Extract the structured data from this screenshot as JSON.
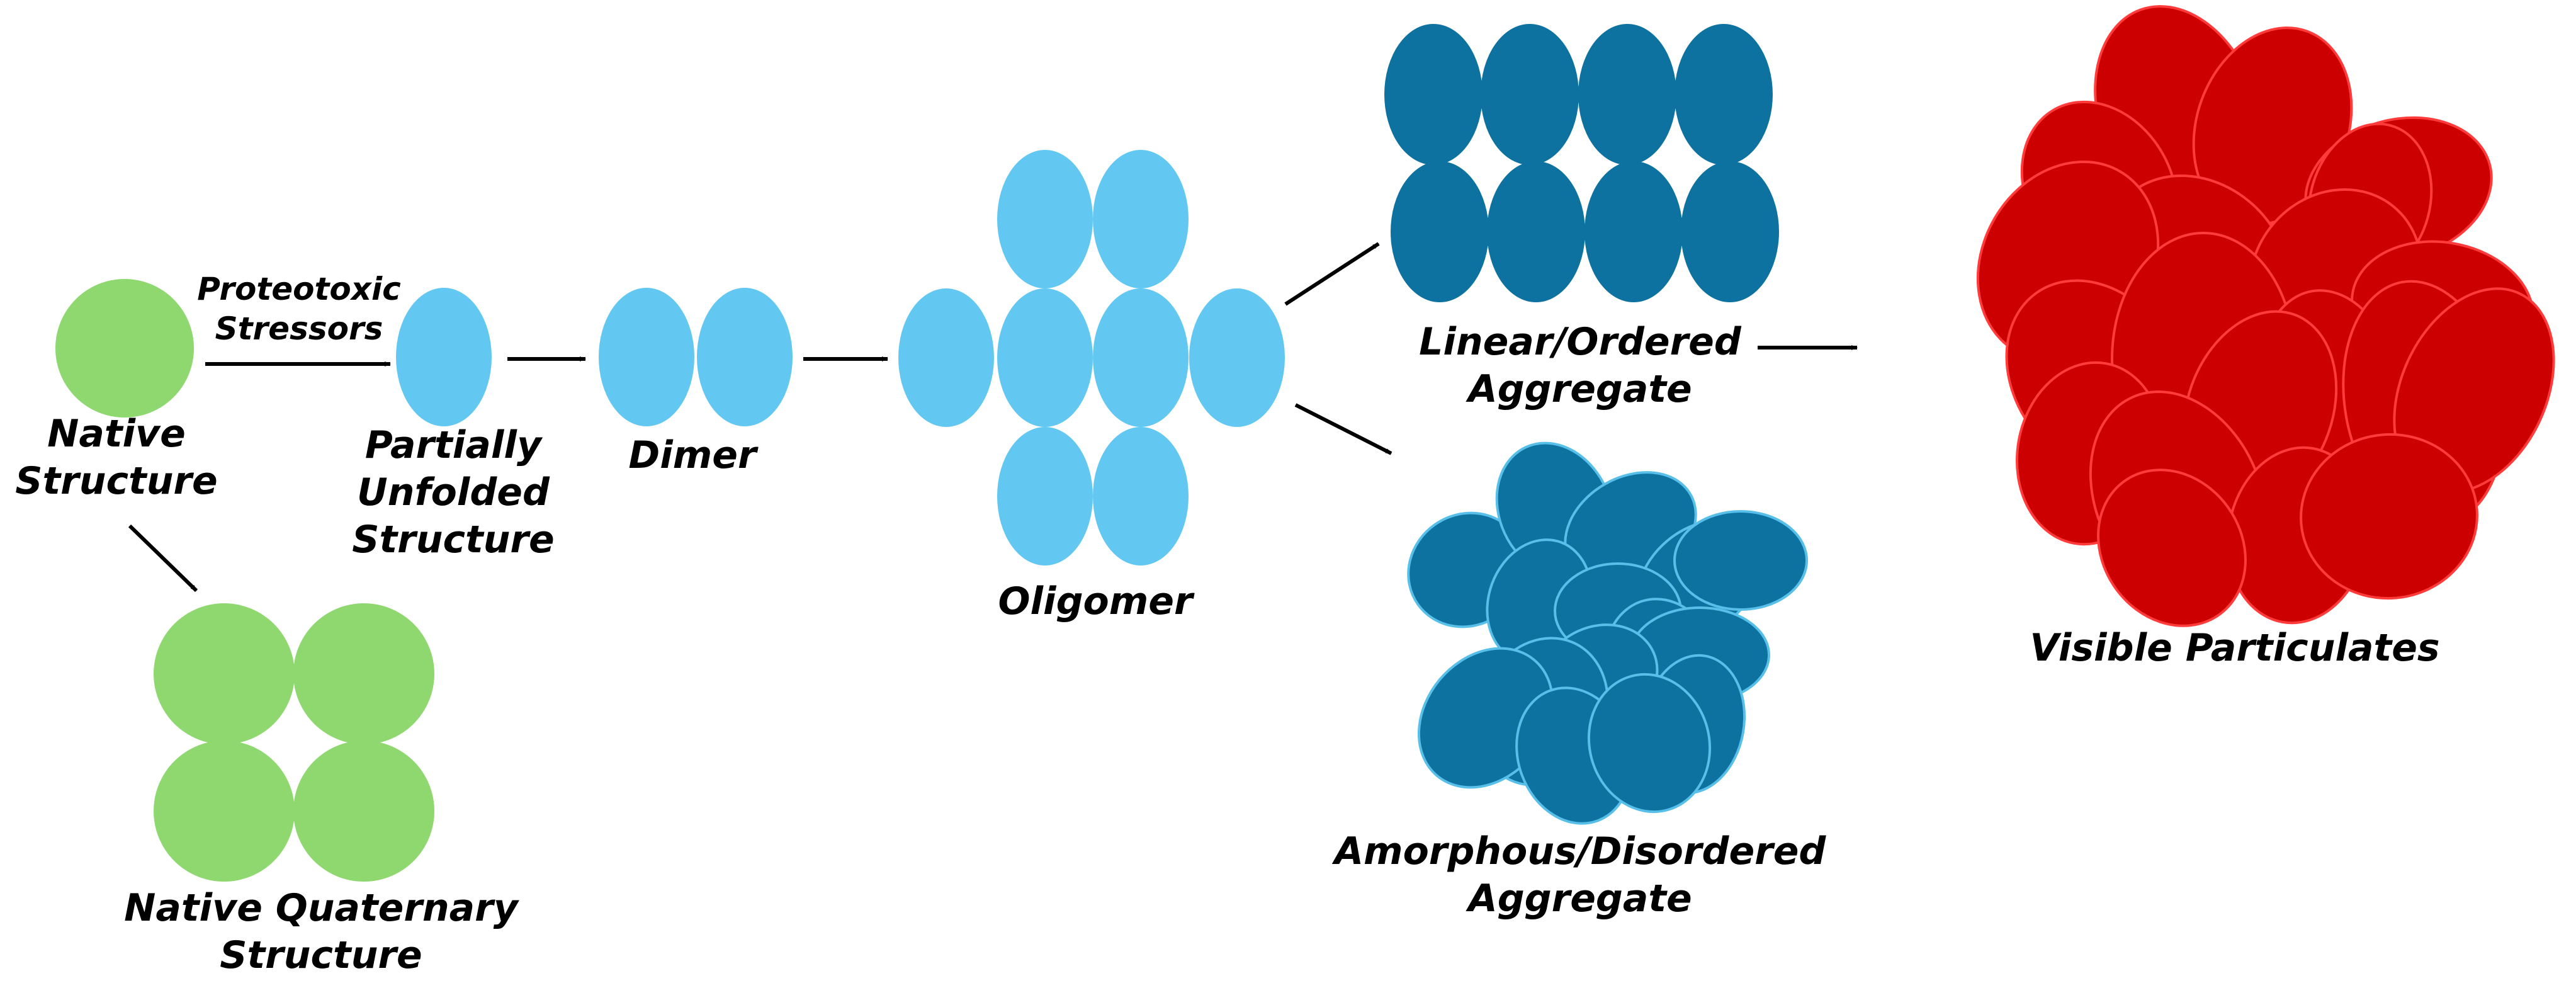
{
  "colors": {
    "native_green": "#8fd870",
    "intermediate_light_blue": "#62c8f2",
    "aggregate_dark_blue": "#0d72a0",
    "aggregate_outline": "#58bfe8",
    "particulate_red": "#cc0000",
    "particulate_outline": "#ff3b3b",
    "arrow": "#000000"
  },
  "labels": {
    "native_line1": "Native",
    "native_line2": "Structure",
    "stressors_line1": "Proteotoxic",
    "stressors_line2": "Stressors",
    "partially_line1": "Partially",
    "partially_line2": "Unfolded",
    "partially_line3": "Structure",
    "dimer": "Dimer",
    "oligomer": "Oligomer",
    "linear_line1": "Linear/Ordered",
    "linear_line2": "Aggregate",
    "amorphous_line1": "Amorphous/Disordered",
    "amorphous_line2": "Aggregate",
    "visible": "Visible Particulates",
    "quaternary_line1": "Native Quaternary",
    "quaternary_line2": "Structure"
  }
}
